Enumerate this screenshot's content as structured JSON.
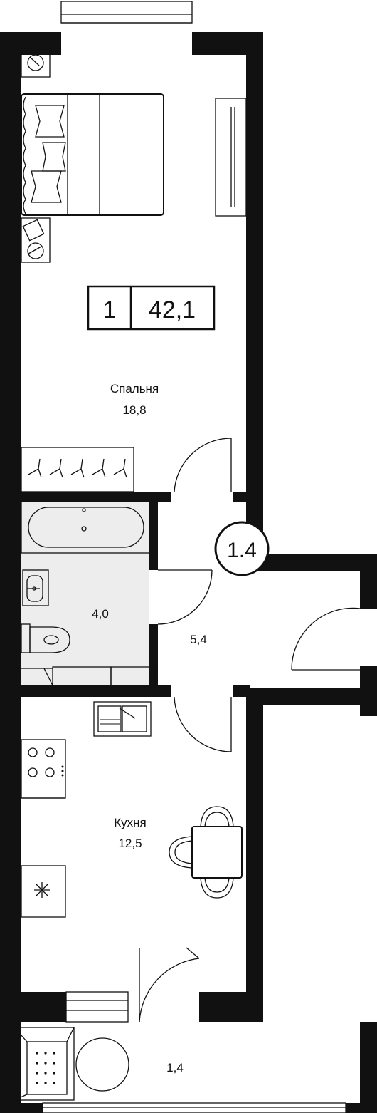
{
  "apartment": {
    "rooms": "1",
    "area": "42,1"
  },
  "badge": {
    "code": "1.4"
  },
  "rooms": {
    "bedroom": {
      "name": "Спальня",
      "area": "18,8"
    },
    "bathroom": {
      "area": "4,0"
    },
    "hall": {
      "area": "5,4"
    },
    "kitchen": {
      "name": "Кухня",
      "area": "12,5"
    },
    "balcony": {
      "area": "1,4"
    }
  },
  "colors": {
    "wall": "#111111",
    "bath_floor": "#ededed",
    "background": "#ffffff"
  }
}
